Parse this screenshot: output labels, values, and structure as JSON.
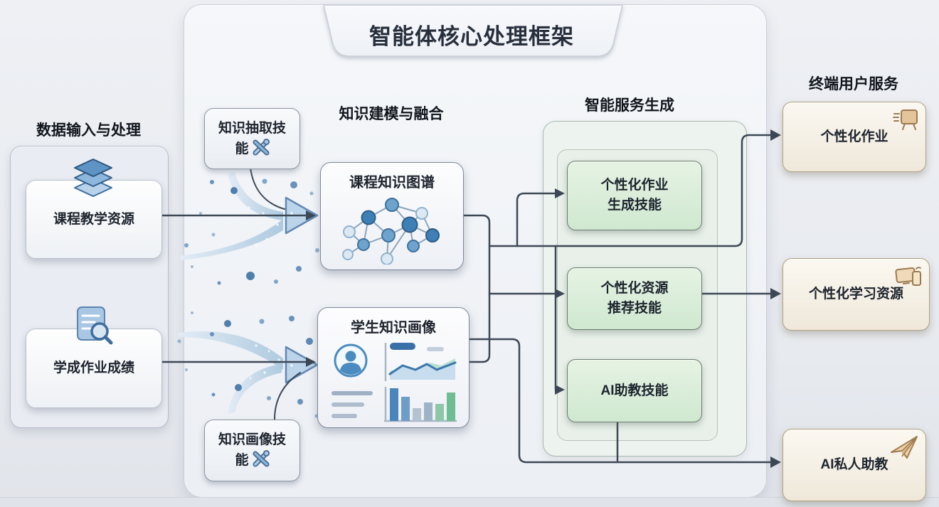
{
  "title": "智能体核心处理框架",
  "input_section": {
    "header": "数据输入与处理",
    "box1": {
      "label": "课程教学资源",
      "icon": "layers-icon"
    },
    "box2": {
      "label": "学成作业成绩",
      "icon": "document-search-icon"
    }
  },
  "modeling_section": {
    "header": "知识建模与融合",
    "skill_top": {
      "label": "知识抽取技能",
      "icon": "tools-icon"
    },
    "graph_box": {
      "label": "课程知识图谱",
      "icon": "network-graph-icon"
    },
    "profile_box": {
      "label": "学生知识画像",
      "icon": "user-profile-dashboard-icon",
      "bar_values": [
        46,
        34,
        18,
        26,
        24,
        40
      ]
    },
    "skill_bottom": {
      "label": "知识画像技能",
      "icon": "tools-icon"
    }
  },
  "services_section": {
    "header": "智能服务生成",
    "box1": {
      "label": "个性化作业生成技能"
    },
    "box2": {
      "label": "个性化资源推荐技能"
    },
    "box3": {
      "label": "AI助教技能"
    }
  },
  "output_section": {
    "header": "终端用户服务",
    "box1": {
      "label": "个性化作业",
      "icon": "presentation-board-icon"
    },
    "box2": {
      "label": "个性化学习资源",
      "icon": "devices-icon"
    },
    "box3": {
      "label": "AI私人助教",
      "icon": "paper-plane-icon"
    }
  },
  "colors": {
    "connector": "#3d4856",
    "accent_blue": "#4a86bc",
    "green_fill": "#dcefdc",
    "green_border": "#6a7b6e",
    "output_border": "#b1a083",
    "swoosh_fill": "#bcd4ea"
  }
}
